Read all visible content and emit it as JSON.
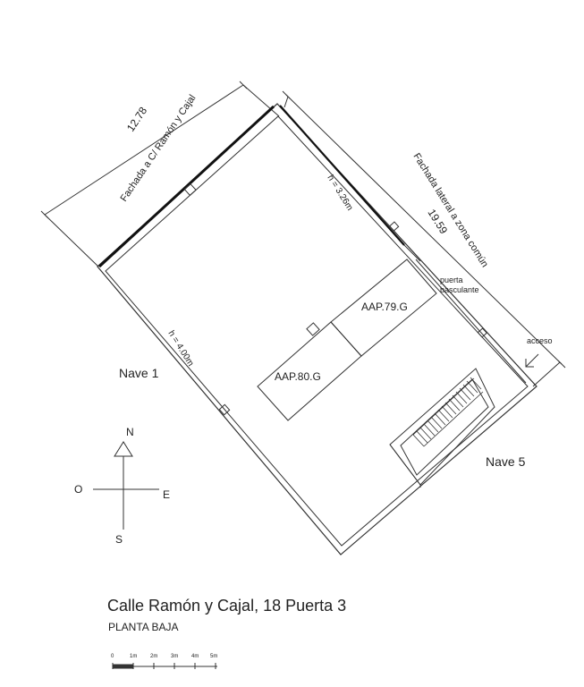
{
  "plan": {
    "title": "Calle Ramón y Cajal, 18 Puerta 3",
    "subtitle": "PLANTA BAJA"
  },
  "dimensions": {
    "front_length": "12.78",
    "side_length": "19.59"
  },
  "facades": {
    "front": "Fachada a C/ Ramón y Cajal",
    "side": "Fachada lateral a zona común"
  },
  "heights": {
    "upper": "h = 3.26m",
    "left": "h = 4.00m"
  },
  "door": {
    "line1": "puerta",
    "line2": "basculante"
  },
  "access": {
    "label": "acceso"
  },
  "spaces": {
    "aap_79": "AAP.79.G",
    "aap_80": "AAP.80.G"
  },
  "neighbors": {
    "nave_1": "Nave 1",
    "nave_5": "Nave 5"
  },
  "compass": {
    "n": "N",
    "s": "S",
    "e": "E",
    "o": "O"
  },
  "scale": {
    "ticks": [
      "0",
      "1m",
      "2m",
      "3m",
      "4m",
      "5m"
    ]
  }
}
